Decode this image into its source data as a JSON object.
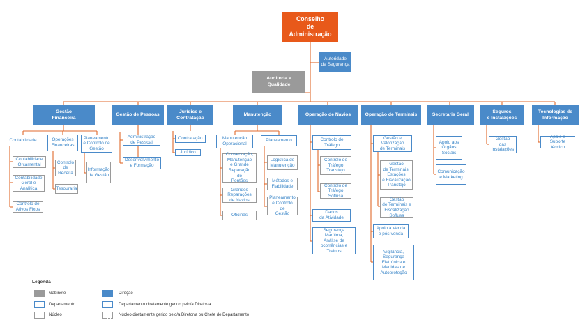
{
  "root": "Conselho\nde\nAdministração",
  "security_authority": "Autoridade\nde Segurança",
  "audit": "Auditoria e\nQualidade",
  "directorates": [
    "Gestão\nFinanceira",
    "Gestão de Pessoas",
    "Jurídico e\nContratação",
    "Manutenção",
    "Operação de Navios",
    "Operação de Terminais",
    "Secretaria Geral",
    "Seguros\ne Instalações",
    "Tecnologias de\nInformação"
  ],
  "gf": {
    "dept1": "Contabilidade",
    "dept2": "Operações\nFinanceiras",
    "dept3": "Planeamento\ne Controlo de\nGestão",
    "sub1": "Contabilidade\nOrçamental",
    "sub2": "Contabilidade\nGeral e\nAnalítica",
    "sub3": "Controlo de\nAtivos Fixos",
    "sub4": "Controlo\nde\nReceita",
    "sub5": "Tesouraria",
    "sub6": "Informação\nde Gestão"
  },
  "gp": {
    "dept1": "Administração\nde Pessoal",
    "dept2": "Desenvolvimento\ne Formação"
  },
  "jc": {
    "dept1": "Contratação",
    "dept2": "Jurídico"
  },
  "mn": {
    "dept1": "Manutenção\nOperacional",
    "dept2": "Planeamento",
    "sub1": "Conservação,\nManutenção\ne Grande\nReparação\nde\nPontões",
    "sub2": "Grandes\nReparações\nde Navios",
    "sub3": "Oficinas",
    "sub4": "Logística de\nManutenção",
    "sub5": "Métodos e\nFiabilidade",
    "sub6": "Planeamento\ne Controlo de\nGestão"
  },
  "on": {
    "dept1": "Controlo de\nTráfego",
    "sub1": "Controlo de\nTráfego\nTranstejo",
    "sub2": "Controlo de\nTráfego Soflusa",
    "dept2": "Dados\nda Atividade",
    "dept3": "Segurança Marítima,\nAnálise de\nocorrências e\nTreinos"
  },
  "ot": {
    "dept1": "Gestão e Valorização\nde Terminais",
    "sub1": "Gestão\nde Terminais,\nEstações\ne Fiscalização\nTranstejo",
    "sub2": "Gestão\nde Terminais e\nFiscalização\nSoflusa",
    "dept2": "Apoio à Venda\ne pós-venda",
    "dept3": "Vigilância,\nSegurança\nEletrónica e\nMedidas de\nAutoproteção"
  },
  "sg": {
    "dept1": "Apoio aos\nÓrgãos\nSociais",
    "dept2": "Comunicação\ne Marketing"
  },
  "si": {
    "dept1": "Gestão\ndas\nInstalações"
  },
  "ti": {
    "dept1": "Apoio e\nSuporte técnico"
  },
  "legend": {
    "title": "Legenda",
    "gabinete": "Gabinete",
    "departamento": "Departamento",
    "nucleo": "Núcleo",
    "direcao": "Direção",
    "dept_direct": "Departamento diretamente gerido pelo/a Diretor/a",
    "nucleo_direct": "Núcleo diretamente gerido pelo/a Diretor/a ou Chefe de Departamento"
  },
  "colors": {
    "root": "#e8591a",
    "line": "#e06a2c",
    "direcao": "#4a8ac9",
    "gabinete": "#9a9a9a",
    "text_blue": "#3a86c8"
  }
}
